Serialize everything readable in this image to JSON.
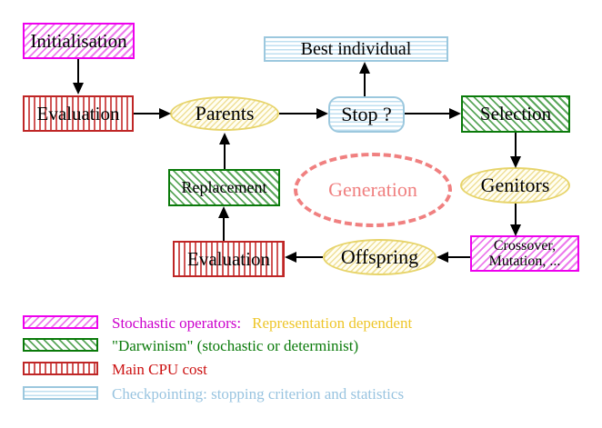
{
  "nodes": {
    "initialisation": "Initialisation",
    "evaluation_top": "Evaluation",
    "best_individual": "Best individual",
    "parents": "Parents",
    "stop": "Stop ?",
    "selection": "Selection",
    "replacement": "Replacement",
    "generation": "Generation",
    "genitors": "Genitors",
    "offspring": "Offspring",
    "evaluation_bottom": "Evaluation",
    "crossover": {
      "line1": "Crossover,",
      "line2": "Mutation, ..."
    }
  },
  "legend": [
    {
      "swatch": "magenta-diagonal-hatch",
      "primary": "Stochastic operators:",
      "secondary": "Representation dependent"
    },
    {
      "swatch": "green-diagonal-hatch",
      "primary": "\"Darwinism\" (stochastic or determinist)"
    },
    {
      "swatch": "red-vertical-stripes",
      "primary": "Main CPU cost"
    },
    {
      "swatch": "cyan-horizontal-stripes",
      "primary": "Checkpointing: stopping criterion and statistics"
    }
  ],
  "colors": {
    "magenta": "#ee00ee",
    "green": "#0a7a0a",
    "red_border": "#bf2626",
    "red_text": "#cc1111",
    "cyan_border": "#9cc8de",
    "cyan_text": "#99c4e0",
    "yellow_border": "#e7d46a",
    "gold_text": "#eec62a",
    "salmon": "#f08080",
    "magenta_text": "#cc00cc",
    "arrow": "#000000"
  }
}
